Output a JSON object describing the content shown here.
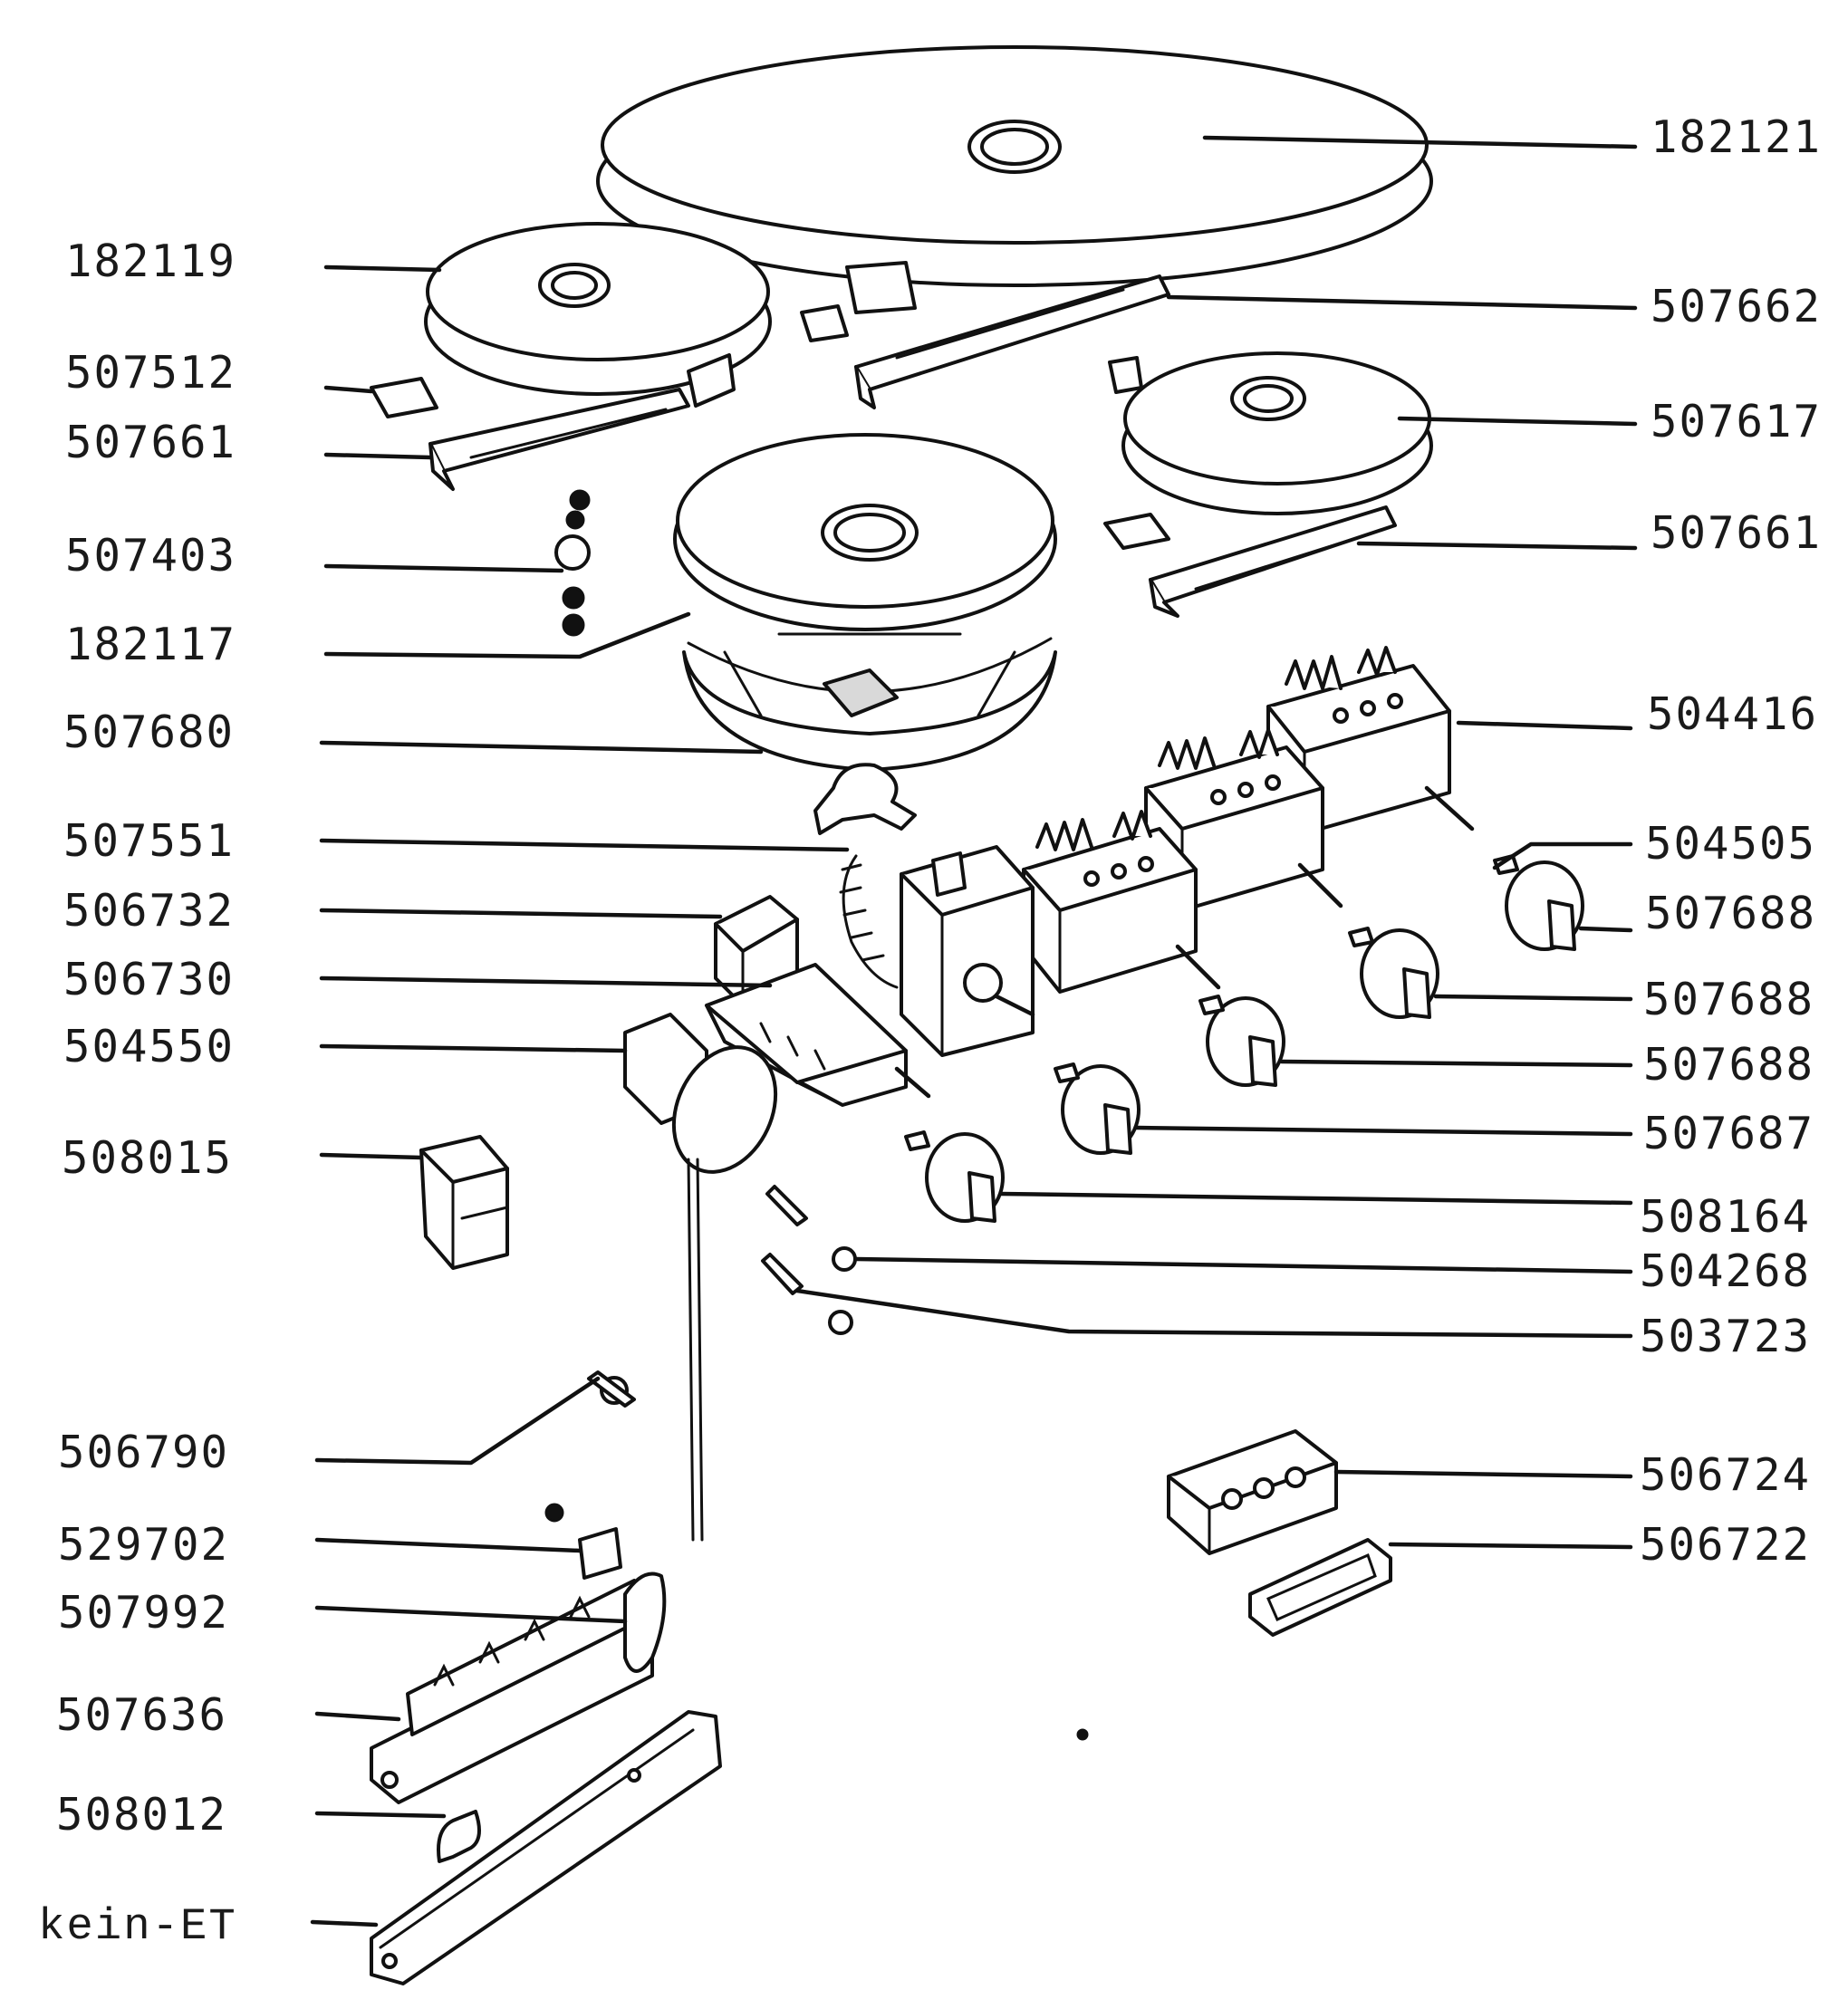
{
  "diagram": {
    "labels_left": [
      {
        "id": "182119",
        "text": "182119"
      },
      {
        "id": "507512",
        "text": "507512"
      },
      {
        "id": "507661a",
        "text": "507661"
      },
      {
        "id": "507403",
        "text": "507403"
      },
      {
        "id": "182117",
        "text": "182117"
      },
      {
        "id": "507680",
        "text": "507680"
      },
      {
        "id": "507551",
        "text": "507551"
      },
      {
        "id": "506732",
        "text": "506732"
      },
      {
        "id": "506730",
        "text": "506730"
      },
      {
        "id": "504550",
        "text": "504550"
      },
      {
        "id": "508015",
        "text": "508015"
      },
      {
        "id": "506790",
        "text": "506790"
      },
      {
        "id": "529702",
        "text": "529702"
      },
      {
        "id": "507992",
        "text": "507992"
      },
      {
        "id": "507636",
        "text": "507636"
      },
      {
        "id": "508012",
        "text": "508012"
      },
      {
        "id": "kein-et",
        "text": "kein-ET"
      }
    ],
    "labels_right": [
      {
        "id": "182121",
        "text": "182121"
      },
      {
        "id": "507662",
        "text": "507662"
      },
      {
        "id": "507617",
        "text": "507617"
      },
      {
        "id": "507661b",
        "text": "507661"
      },
      {
        "id": "504416",
        "text": "504416"
      },
      {
        "id": "504505",
        "text": "504505"
      },
      {
        "id": "507688a",
        "text": "507688"
      },
      {
        "id": "507688b",
        "text": "507688"
      },
      {
        "id": "507688c",
        "text": "507688"
      },
      {
        "id": "507687",
        "text": "507687"
      },
      {
        "id": "508164",
        "text": "508164"
      },
      {
        "id": "504268",
        "text": "504268"
      },
      {
        "id": "503723",
        "text": "503723"
      },
      {
        "id": "506724",
        "text": "506724"
      },
      {
        "id": "506722",
        "text": "506722"
      }
    ]
  }
}
